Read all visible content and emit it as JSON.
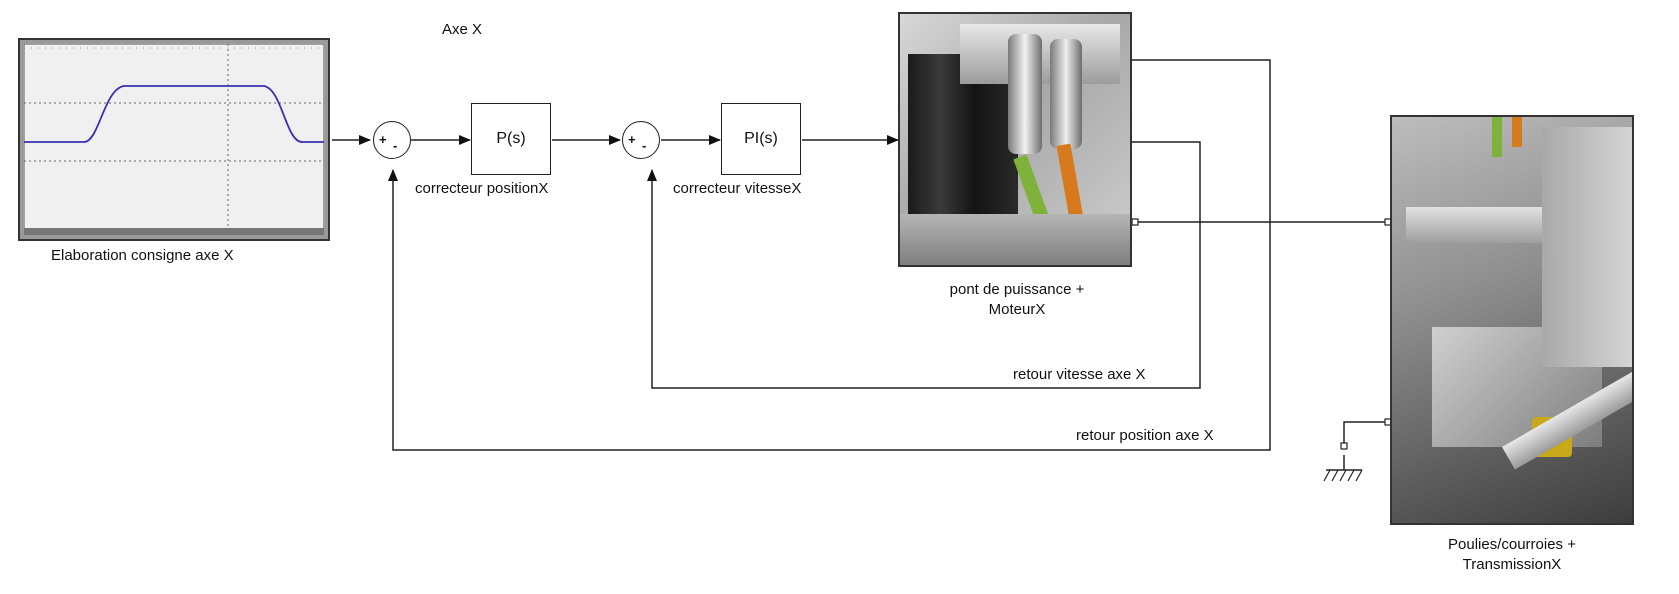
{
  "title": "Axe X",
  "blocks": {
    "consigne_label": "Elaboration consigne axe X",
    "p_block": "P(s)",
    "p_label": "correcteur positionX",
    "pi_block": "PI(s)",
    "pi_label": "correcteur vitesseX",
    "moteur_label_line1": "pont de puissance +",
    "moteur_label_line2": "MoteurX",
    "transmission_label_line1": "Poulies/courroies +",
    "transmission_label_line2": "TransmissionX"
  },
  "sum1": {
    "plus": "+",
    "minus": "-"
  },
  "sum2": {
    "plus": "+",
    "minus": "-"
  },
  "feedback": {
    "vitesse": "retour vitesse axe X",
    "position": "retour position axe X"
  },
  "colors": {
    "signal_trace": "#3a2fb0",
    "scope_bg": "#f0f0f0",
    "line": "#222222"
  },
  "icons": {
    "ground": "ground-icon",
    "scope": "scope-plot-icon"
  }
}
